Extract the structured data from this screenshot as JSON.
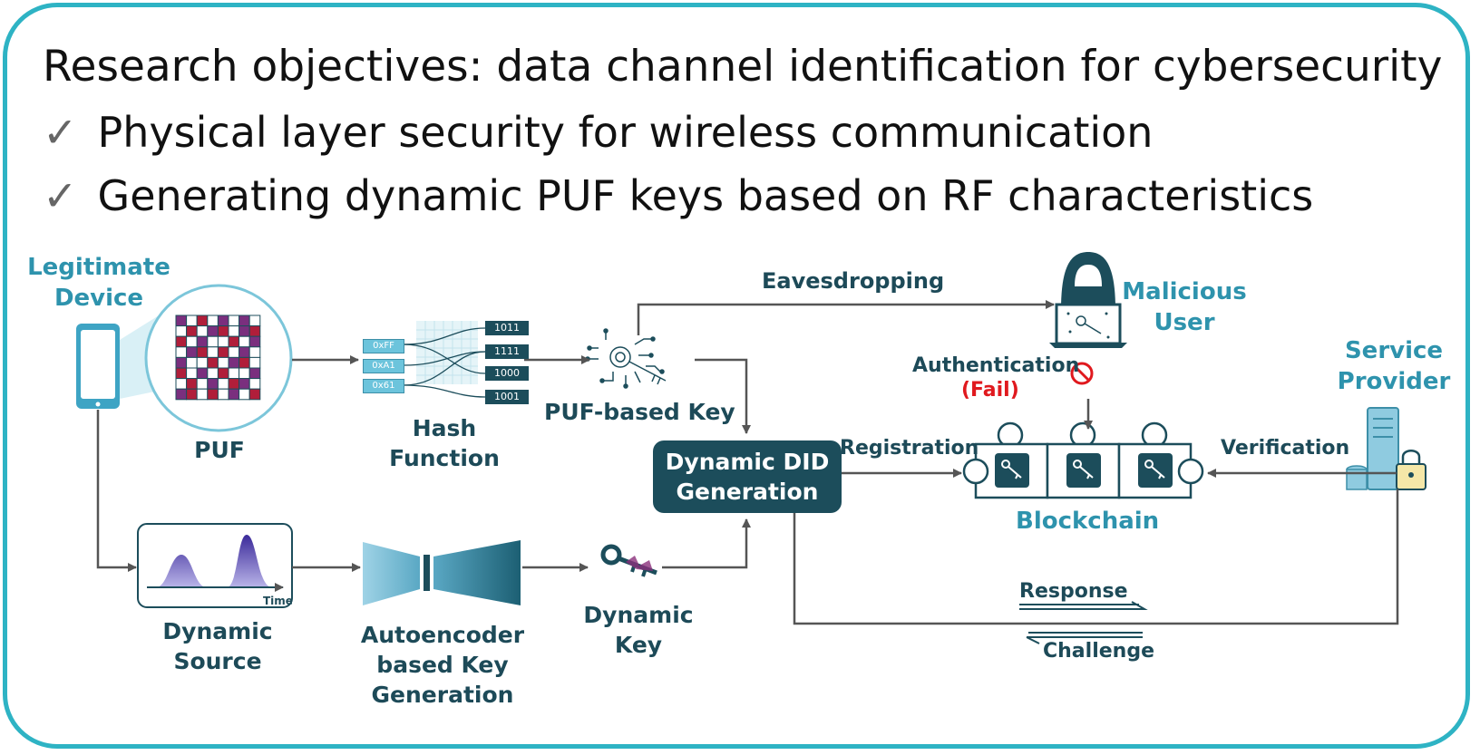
{
  "header": {
    "title_bold": "Research objectives",
    "title_rest": ": data channel identification for cybersecurity",
    "bullets": [
      "Physical layer security for wireless communication",
      "Generating dynamic PUF keys based on RF characteristics"
    ],
    "check_glyph": "✓"
  },
  "nodes": {
    "legitimate_device": [
      "Legitimate",
      "Device"
    ],
    "puf": "PUF",
    "hash_function": [
      "Hash",
      "Function"
    ],
    "puf_key": "PUF-based Key",
    "dynamic_source": [
      "Dynamic",
      "Source"
    ],
    "time_axis": "Time",
    "autoencoder": [
      "Autoencoder",
      "based Key",
      "Generation"
    ],
    "dynamic_key": [
      "Dynamic",
      "Key"
    ],
    "did": [
      "Dynamic DID",
      "Generation"
    ],
    "malicious_user": [
      "Malicious",
      "User"
    ],
    "blockchain": "Blockchain",
    "service_provider": [
      "Service",
      "Provider"
    ]
  },
  "hash_inputs": [
    "0xFF",
    "0xA1",
    "0x61"
  ],
  "hash_outputs": [
    "1011",
    "1111",
    "1000",
    "1001"
  ],
  "edges": {
    "eavesdropping": "Eavesdropping",
    "authentication": "Authentication",
    "fail": "(Fail)",
    "registration": "Registration",
    "verification": "Verification",
    "response": "Response",
    "challenge": "Challenge"
  },
  "colors": {
    "frame": "#2eb3c4",
    "dark_teal": "#1c4d5b",
    "accent_blue": "#2e93ad",
    "puf_purple": "#7a2f7e",
    "puf_red": "#b01e3a",
    "fail_red": "#e0191e"
  }
}
